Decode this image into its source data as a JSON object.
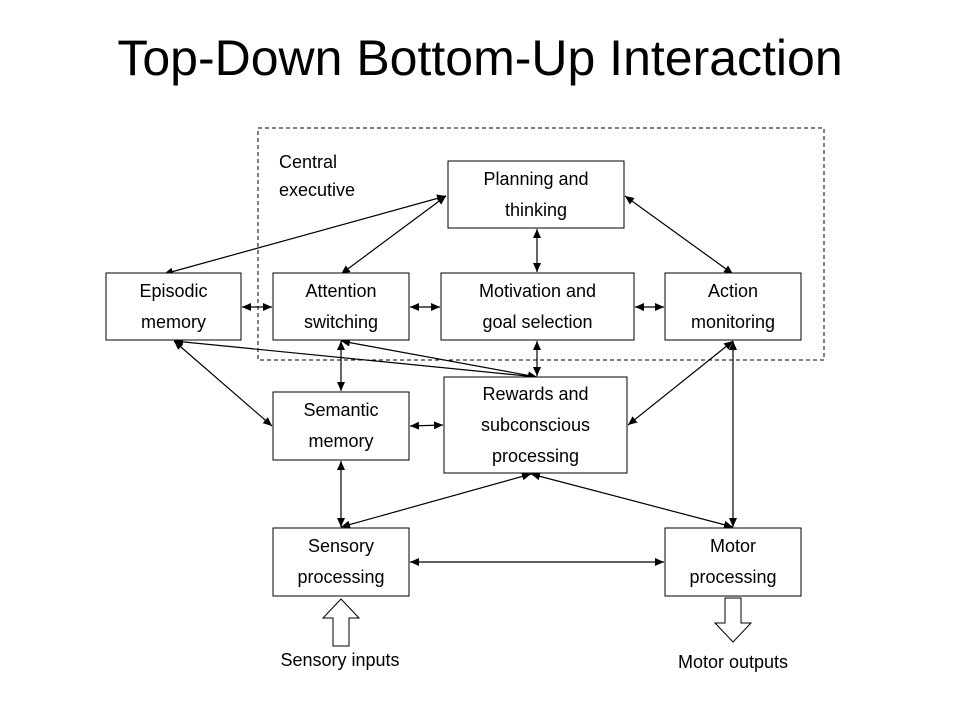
{
  "title": "Top-Down Bottom-Up Interaction",
  "region_label": "Central\nexecutive",
  "nodes": {
    "planning": "Planning and\nthinking",
    "episodic": "Episodic\nmemory",
    "attention": "Attention\nswitching",
    "motivation": "Motivation and\ngoal selection",
    "action": "Action\nmonitoring",
    "semantic": "Semantic\nmemory",
    "rewards": "Rewards and\nsubconscious\nprocessing",
    "sensory": "Sensory\nprocessing",
    "motor": "Motor\nprocessing"
  },
  "io": {
    "sensory_inputs": "Sensory inputs",
    "motor_outputs": "Motor outputs"
  },
  "connections": [
    [
      "planning",
      "episodic"
    ],
    [
      "planning",
      "attention"
    ],
    [
      "planning",
      "motivation"
    ],
    [
      "planning",
      "action"
    ],
    [
      "episodic",
      "attention"
    ],
    [
      "attention",
      "motivation"
    ],
    [
      "motivation",
      "action"
    ],
    [
      "episodic",
      "rewards"
    ],
    [
      "episodic",
      "semantic"
    ],
    [
      "attention",
      "semantic"
    ],
    [
      "attention",
      "rewards"
    ],
    [
      "motivation",
      "rewards"
    ],
    [
      "action",
      "rewards"
    ],
    [
      "action",
      "motor"
    ],
    [
      "semantic",
      "rewards"
    ],
    [
      "semantic",
      "sensory"
    ],
    [
      "rewards",
      "sensory"
    ],
    [
      "rewards",
      "motor"
    ],
    [
      "sensory",
      "motor"
    ]
  ],
  "colors": {
    "line": "#000000",
    "background": "#ffffff"
  }
}
